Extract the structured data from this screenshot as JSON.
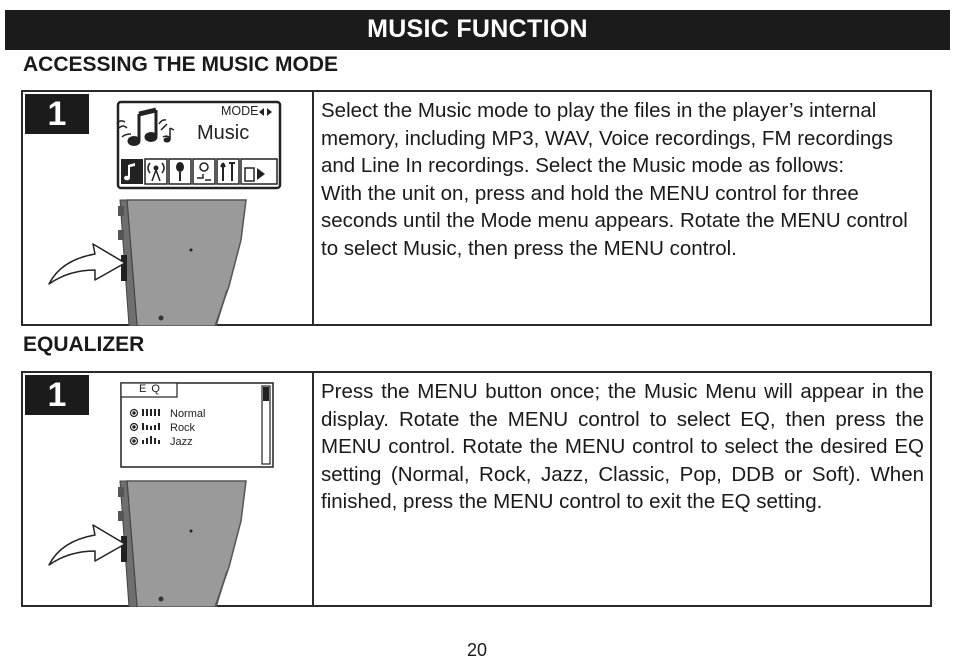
{
  "page": {
    "title": "MUSIC FUNCTION",
    "page_number": "20"
  },
  "section1": {
    "heading": "ACCESSING THE MUSIC MODE",
    "step_number": "1",
    "screen": {
      "mode_label": "MODE",
      "mode_value": "Music",
      "icons": [
        "music-note-icon",
        "radio-tower-icon",
        "microphone-icon",
        "line-in-icon",
        "settings-tools-icon",
        "exit-icon"
      ]
    },
    "paragraph1": "Select the Music mode to play the files in the player’s internal memory, including MP3, WAV, Voice recordings, FM recordings and Line In recordings. Select the Music mode as follows:",
    "paragraph2": "With the unit on, press and hold the MENU control for three seconds until the Mode menu appears. Rotate the MENU control to select Music, then press the MENU control."
  },
  "section2": {
    "heading": "EQUALIZER",
    "step_number": "1",
    "screen": {
      "header": "E Q",
      "options": [
        "Normal",
        "Rock",
        "Jazz"
      ]
    },
    "paragraph": "Press the MENU button once; the Music Menu will appear in the display. Rotate the MENU control to select EQ, then press the MENU control. Rotate the MENU control to select the desired EQ setting (Normal, Rock, Jazz, Classic, Pop, DDB or Soft). When finished, press the MENU control to exit the EQ setting."
  },
  "colors": {
    "header_background": "#1b1b1b",
    "header_text": "#ffffff",
    "body_text": "#1a1a1a",
    "device_body": "#9a9a9a"
  }
}
